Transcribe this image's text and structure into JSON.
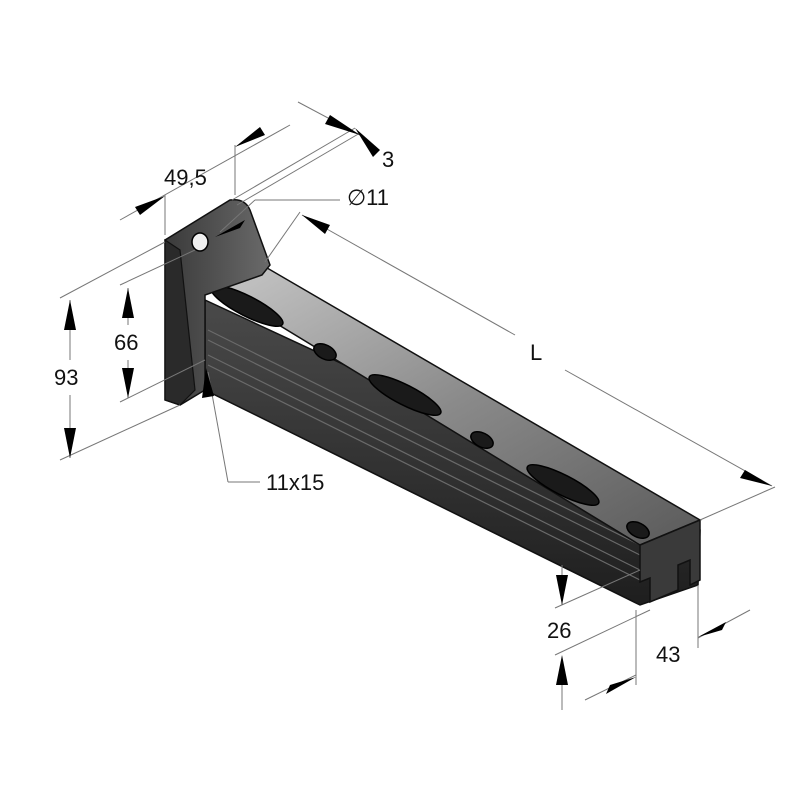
{
  "diagram": {
    "subject": "Wall-mounted cantilever bracket (slotted C-channel profile with base plate)",
    "dimensions": {
      "thickness": "3",
      "base_width": "49,5",
      "hole_diameter": "∅11",
      "length": "L",
      "base_height": "93",
      "slot_spacing": "66",
      "slot_size": "11x15",
      "profile_height": "26",
      "profile_width": "43"
    },
    "colors": {
      "metal_dark": "#2a2a2a",
      "metal_mid": "#555555",
      "metal_light": "#9a9a9a",
      "dimension_line": "#777777",
      "text": "#111111"
    }
  }
}
